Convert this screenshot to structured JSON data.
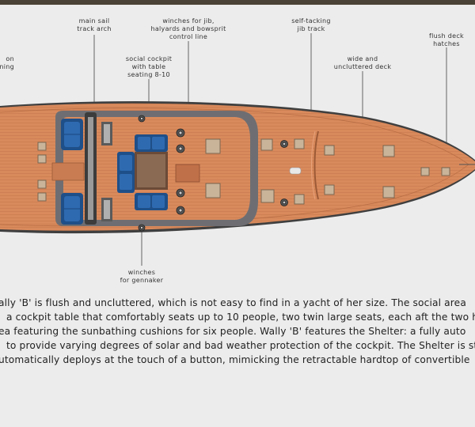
{
  "labels": {
    "cushion_partial": "on\nning",
    "main_sail_arch": "main sail\ntrack arch",
    "winches_jib": "winches for jib,\nhalyards and bowsprit\ncontrol line",
    "self_tacking": "self-tacking\njib track",
    "flush_hatches": "flush deck\nhatches",
    "social_cockpit": "social cockpit\nwith table\nseating 8-10",
    "wide_deck": "wide and\nuncluttered deck",
    "winches_gennaker": "winches\nfor gennaker"
  },
  "description": [
    "ally 'B' is flush and uncluttered, which is not easy to find in a yacht of her size. The social area",
    "a cockpit table that comfortably seats up to 10 people, two twin large seats, each aft the two h",
    "ea featuring the sunbathing cushions for six people. Wally 'B' features the Shelter: a fully auto",
    "to provide varying degrees of solar and bad weather protection of the cockpit. The Shelter is st",
    "utomatically deploys at the touch of a button, mimicking the retractable hardtop of convertible"
  ],
  "colors": {
    "deck": "#d98a5c",
    "deck_line": "#b86e44",
    "cockpit_rim": "#6e6e72",
    "cushion": "#2e6ab0",
    "hull_edge": "#4a4a4a",
    "background": "#ececec"
  }
}
